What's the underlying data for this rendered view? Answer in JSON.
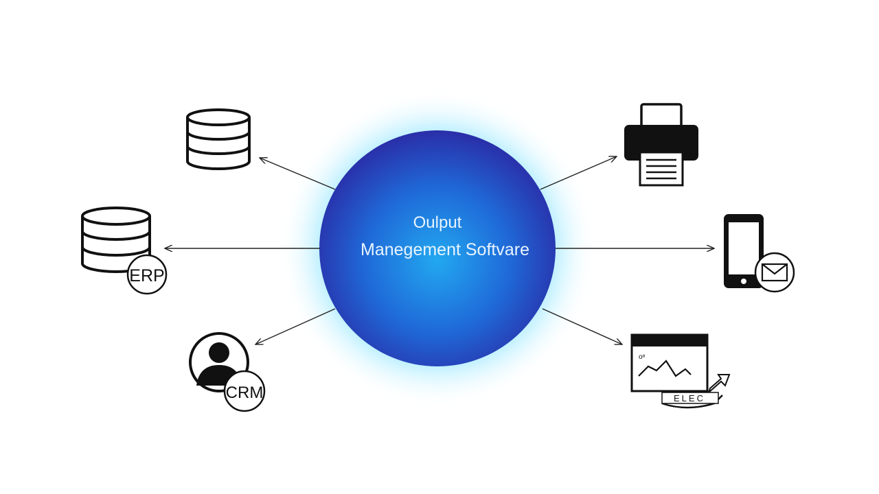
{
  "hub": {
    "title_line1": "Oulput",
    "title_line2": "Manegement Softvare",
    "color_center": "#1e90ee",
    "color_edge": "#2a2ea8",
    "glow_color": "#5ad8ff"
  },
  "nodes": [
    {
      "id": "database",
      "icon": "database-icon",
      "label": ""
    },
    {
      "id": "erp",
      "icon": "database-icon",
      "label": "ERP"
    },
    {
      "id": "crm",
      "icon": "person-icon",
      "label": "CRM"
    },
    {
      "id": "printer",
      "icon": "printer-icon",
      "label": ""
    },
    {
      "id": "mobile-email",
      "icon": "mobile-phone-icon",
      "secondary_icon": "envelope-icon",
      "label": ""
    },
    {
      "id": "report",
      "icon": "chart-report-icon",
      "label": "ELEC"
    }
  ],
  "colors": {
    "line": "#222222",
    "icon": "#111111"
  }
}
